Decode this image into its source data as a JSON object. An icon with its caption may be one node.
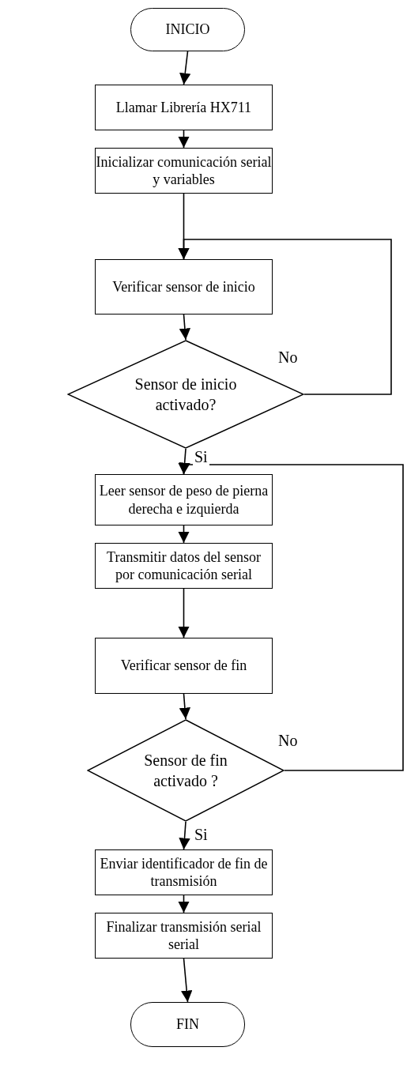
{
  "diagram": {
    "nodes": [
      {
        "text": [
          "INICIO"
        ]
      },
      {
        "text": [
          "Llamar Librería HX711"
        ]
      },
      {
        "text": [
          "Inicializar comunicación serial y variables"
        ]
      },
      {
        "text": [
          "Verificar sensor de inicio"
        ]
      },
      {
        "text": [
          "Sensor de inicio activado?"
        ]
      },
      {
        "text": [
          "Leer sensor de peso de pierna derecha e izquierda"
        ]
      },
      {
        "text": [
          "Transmitir datos del sensor por comunicación serial"
        ]
      },
      {
        "text": [
          "Verificar sensor de fin"
        ]
      },
      {
        "text": [
          "Sensor de fin activado ?"
        ]
      },
      {
        "text": [
          "Enviar identificador de fin de transmisión"
        ]
      },
      {
        "text": [
          "Finalizar transmisión serial serial"
        ]
      },
      {
        "text": [
          "FIN"
        ]
      }
    ],
    "edges": [
      {
        "from": 0,
        "to": 1,
        "arrow": "to"
      },
      {
        "from": 1,
        "to": 2,
        "arrow": "to"
      },
      {
        "from": 2,
        "to": 3,
        "arrow": "to"
      },
      {
        "from": 3,
        "to": 4,
        "arrow": "to"
      },
      {
        "from": 4,
        "to": 3,
        "arrow": "to",
        "label": "No"
      },
      {
        "from": 4,
        "to": 5,
        "arrow": "to",
        "label": "Si"
      },
      {
        "from": 5,
        "to": 6,
        "arrow": "to"
      },
      {
        "from": 6,
        "to": 7,
        "arrow": "to"
      },
      {
        "from": 7,
        "to": 8,
        "arrow": "to"
      },
      {
        "from": 8,
        "to": 5,
        "arrow": "to",
        "label": "No"
      },
      {
        "from": 8,
        "to": 9,
        "arrow": "to",
        "label": "Si"
      },
      {
        "from": 9,
        "to": 10,
        "arrow": "to"
      },
      {
        "from": 10,
        "to": 11,
        "arrow": "to"
      }
    ]
  }
}
